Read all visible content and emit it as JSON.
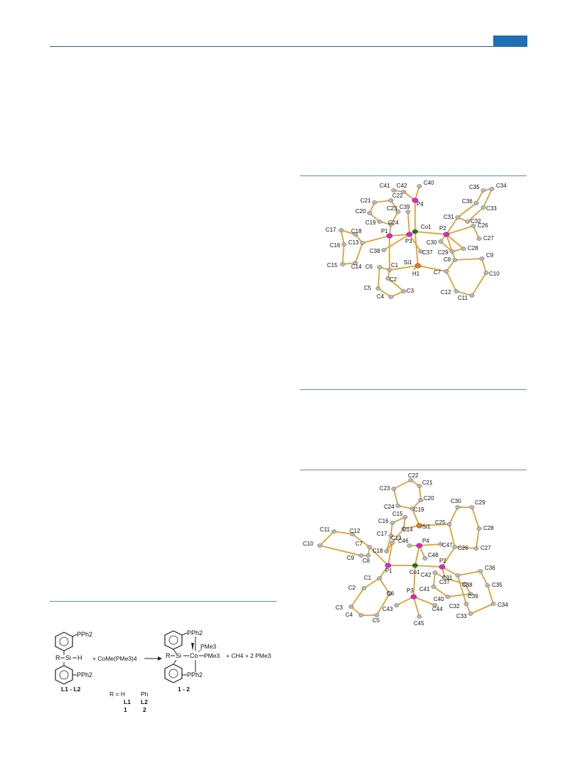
{
  "colors": {
    "accent": "#1f6fb5",
    "rule": "#5b8fc7",
    "bond": "#e0a030",
    "atom_c": "#b9b9b9",
    "atom_p": "#e020d0",
    "atom_co": "#1a7a1a",
    "atom_si": "#e07818",
    "label_blue": "#2a2ad0",
    "label_red": "#d02020",
    "label_magenta": "#c020c0"
  },
  "figure1": {
    "atoms": [
      {
        "label": "C41"
      },
      {
        "label": "C42"
      },
      {
        "label": "C40"
      },
      {
        "label": "C22"
      },
      {
        "label": "C21"
      },
      {
        "label": "P4"
      },
      {
        "label": "C39"
      },
      {
        "label": "C23"
      },
      {
        "label": "C20"
      },
      {
        "label": "C19"
      },
      {
        "label": "C24"
      },
      {
        "label": "C35"
      },
      {
        "label": "C34"
      },
      {
        "label": "C36"
      },
      {
        "label": "C33"
      },
      {
        "label": "C31"
      },
      {
        "label": "C32"
      },
      {
        "label": "Co1"
      },
      {
        "label": "P2"
      },
      {
        "label": "C26"
      },
      {
        "label": "C27"
      },
      {
        "label": "C17"
      },
      {
        "label": "C18"
      },
      {
        "label": "P1"
      },
      {
        "label": "P3"
      },
      {
        "label": "C30"
      },
      {
        "label": "C28"
      },
      {
        "label": "C29"
      },
      {
        "label": "C16"
      },
      {
        "label": "C13"
      },
      {
        "label": "C38"
      },
      {
        "label": "C37"
      },
      {
        "label": "C9"
      },
      {
        "label": "C15"
      },
      {
        "label": "C14"
      },
      {
        "label": "C6"
      },
      {
        "label": "C1"
      },
      {
        "label": "Si1"
      },
      {
        "label": "H1"
      },
      {
        "label": "C8"
      },
      {
        "label": "C7"
      },
      {
        "label": "C10"
      },
      {
        "label": "C2"
      },
      {
        "label": "C5"
      },
      {
        "label": "C3"
      },
      {
        "label": "C4"
      },
      {
        "label": "C12"
      },
      {
        "label": "C11"
      }
    ]
  },
  "figure2": {
    "atoms": [
      {
        "label": "C22"
      },
      {
        "label": "C21"
      },
      {
        "label": "C23"
      },
      {
        "label": "C20"
      },
      {
        "label": "C24"
      },
      {
        "label": "C19"
      },
      {
        "label": "C30"
      },
      {
        "label": "C29"
      },
      {
        "label": "C15"
      },
      {
        "label": "C16"
      },
      {
        "label": "Si1"
      },
      {
        "label": "C25"
      },
      {
        "label": "C14"
      },
      {
        "label": "C28"
      },
      {
        "label": "C11"
      },
      {
        "label": "C12"
      },
      {
        "label": "C17"
      },
      {
        "label": "C13"
      },
      {
        "label": "C46"
      },
      {
        "label": "P4"
      },
      {
        "label": "C47"
      },
      {
        "label": "C10"
      },
      {
        "label": "C7"
      },
      {
        "label": "C18"
      },
      {
        "label": "C26"
      },
      {
        "label": "C27"
      },
      {
        "label": "C9"
      },
      {
        "label": "C8"
      },
      {
        "label": "C48"
      },
      {
        "label": "P1"
      },
      {
        "label": "Co1"
      },
      {
        "label": "P2"
      },
      {
        "label": "C42"
      },
      {
        "label": "C36"
      },
      {
        "label": "C31"
      },
      {
        "label": "C37"
      },
      {
        "label": "C1"
      },
      {
        "label": "C41"
      },
      {
        "label": "C38"
      },
      {
        "label": "C35"
      },
      {
        "label": "C2"
      },
      {
        "label": "C40"
      },
      {
        "label": "C39"
      },
      {
        "label": "C6"
      },
      {
        "label": "P3"
      },
      {
        "label": "C3"
      },
      {
        "label": "C43"
      },
      {
        "label": "C44"
      },
      {
        "label": "C32"
      },
      {
        "label": "C34"
      },
      {
        "label": "C4"
      },
      {
        "label": "C5"
      },
      {
        "label": "C45"
      },
      {
        "label": "C33"
      }
    ]
  },
  "scheme": {
    "reactant": {
      "pph2_top": "PPh2",
      "pph2_bottom": "PPh2",
      "r": "R",
      "si": "Si",
      "h": "H",
      "caption": "L1 - L2"
    },
    "reagent": "+ CoMe(PMe3)4",
    "product": {
      "pph2_top": "PPh2",
      "pph2_bottom": "PPh2",
      "r": "R",
      "si": "Si",
      "co": "Co",
      "pme3_top": "PMe3",
      "pme3_right": "PMe3",
      "caption": "1 - 2"
    },
    "byproducts": "+  CH4 + 2 PMe3",
    "table": {
      "r_label": "R = H",
      "r_alt": "Ph",
      "ligand_1": "L1",
      "ligand_2": "L2",
      "complex_1": "1",
      "complex_2": "2"
    }
  }
}
